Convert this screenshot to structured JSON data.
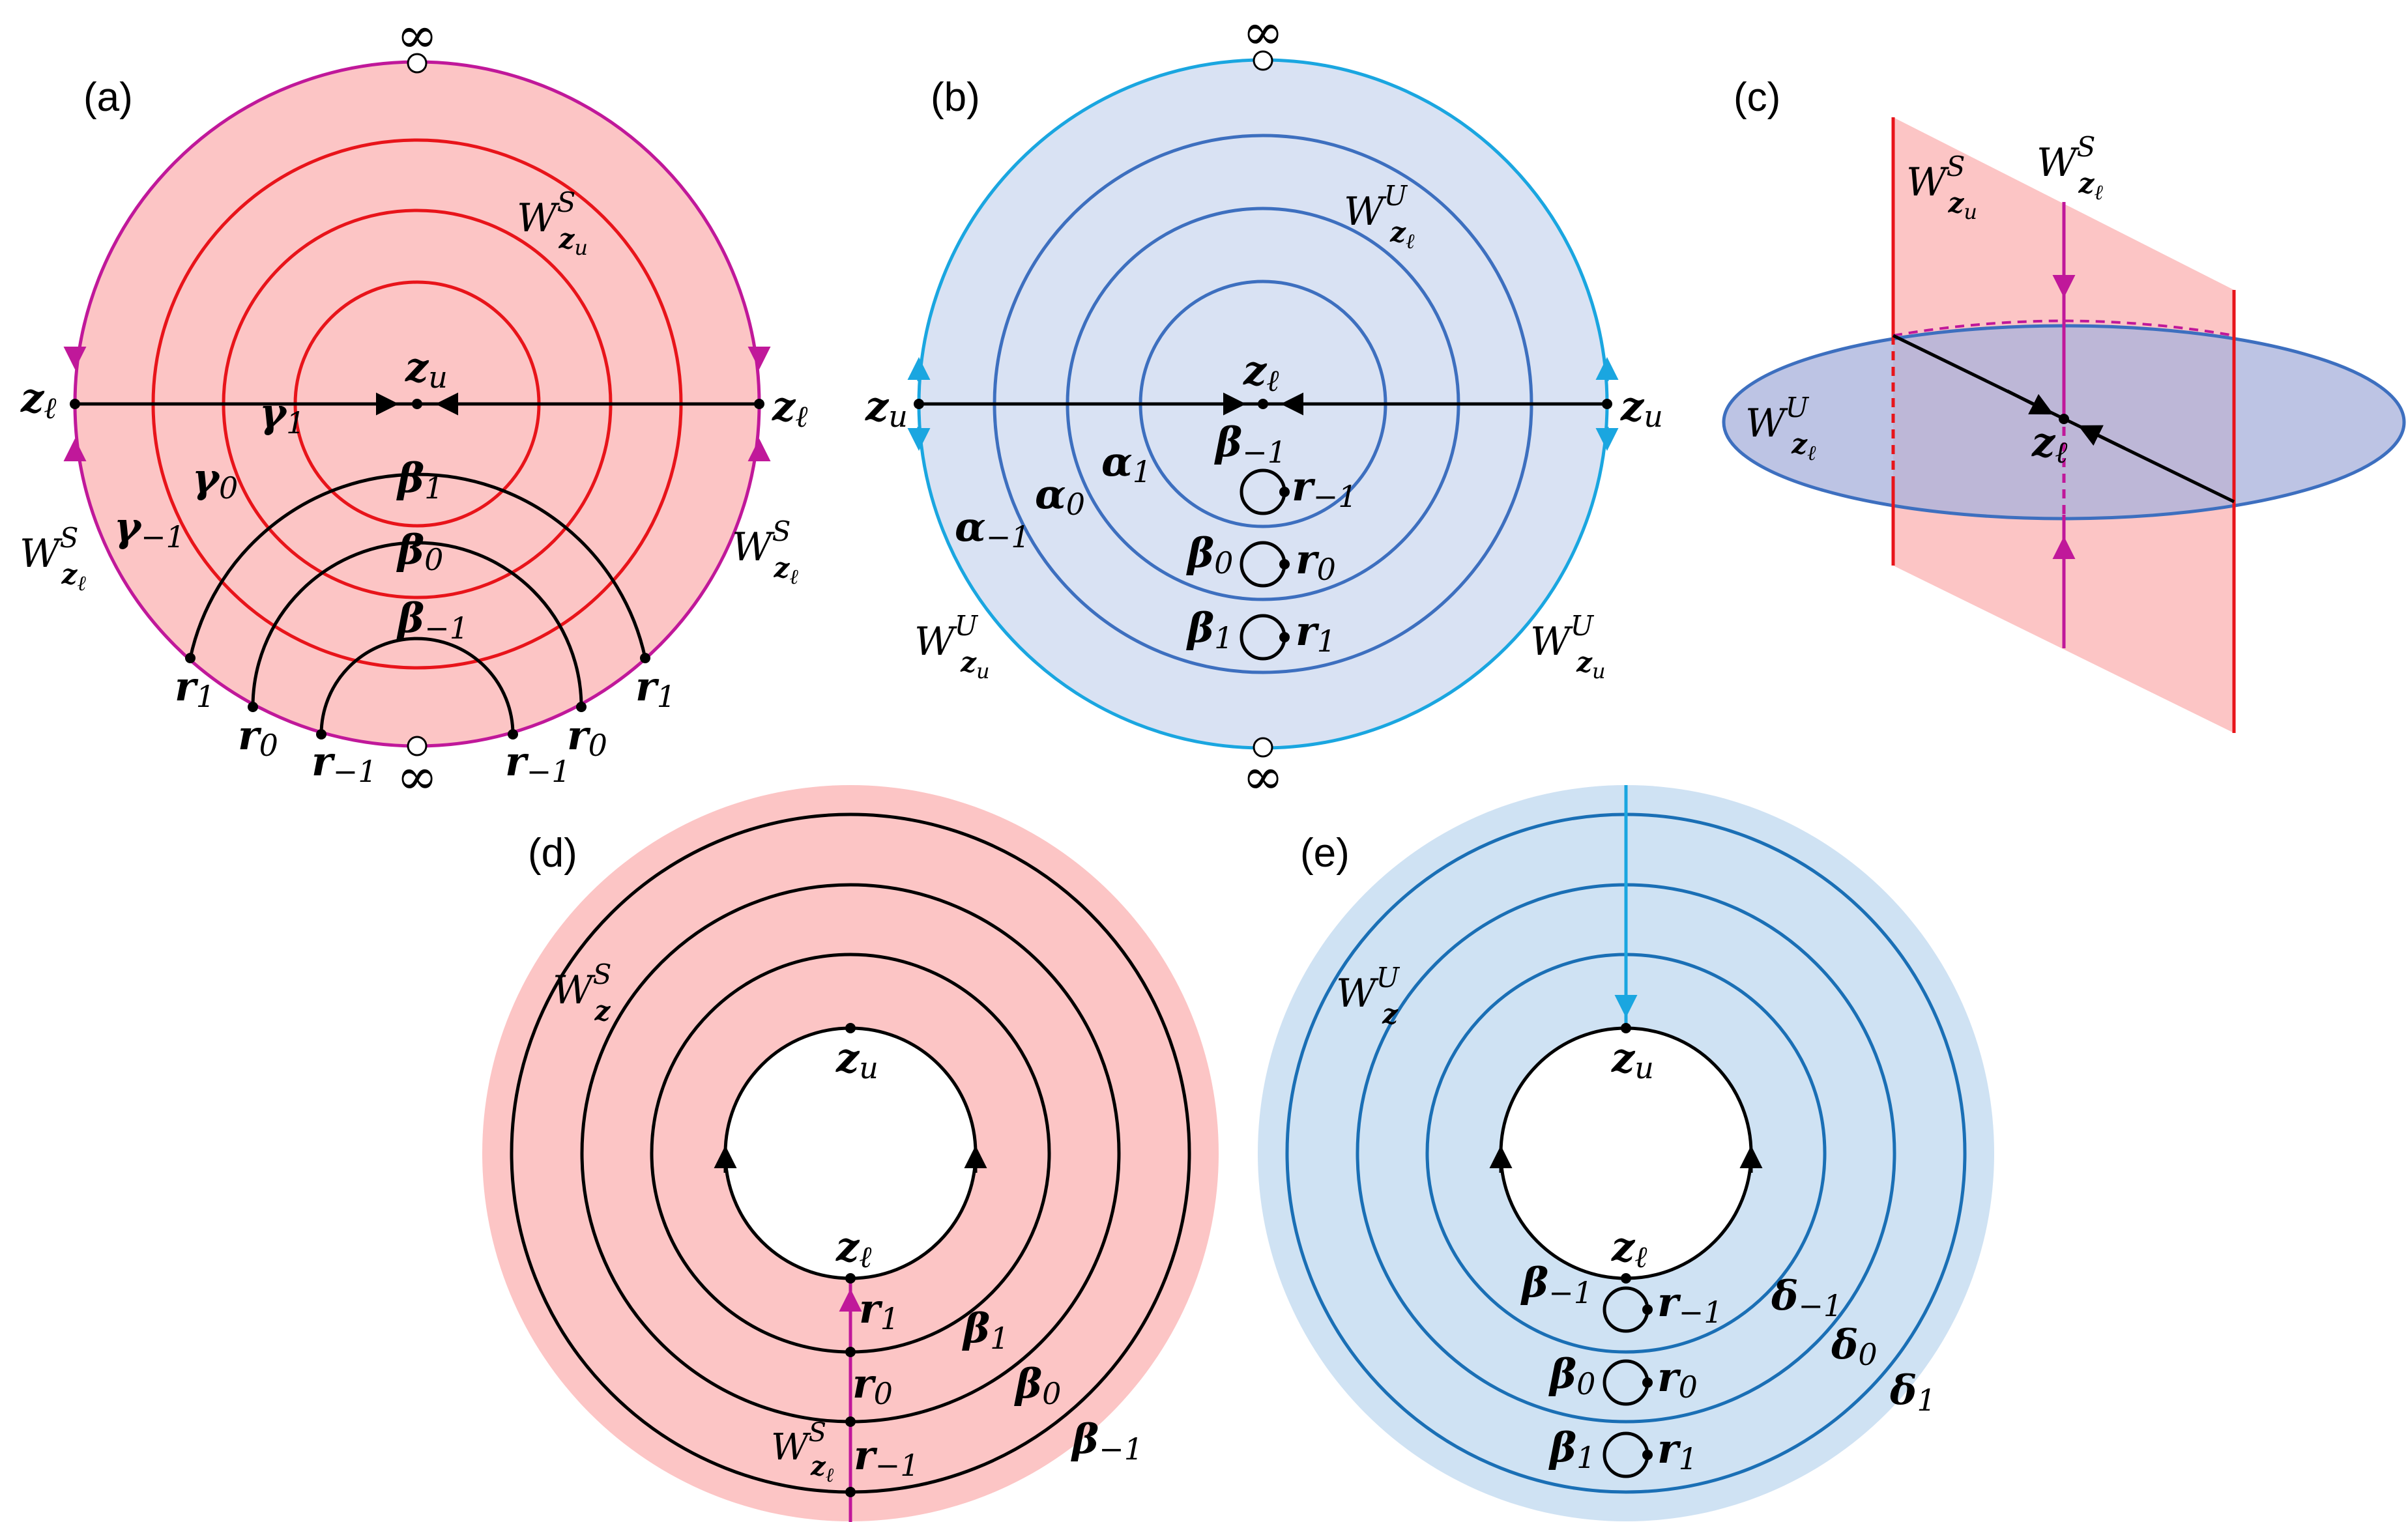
{
  "colors": {
    "pink_fill": "#fcc5c5",
    "blue_fill": "#d9e2f3",
    "blue_fill_e": "#cfe2f3",
    "magenta": "#c0189a",
    "red": "#e8141a",
    "cyan": "#1aa6e0",
    "steel_blue": "#3d6fbf",
    "dark_blue": "#1a6fb5",
    "black": "#000000"
  },
  "panels": {
    "a": {
      "label": "(a)",
      "inf_top": "∞",
      "inf_bottom": "∞",
      "z_u": {
        "sym": "z",
        "sub": "u"
      },
      "z_l_left": {
        "sym": "z",
        "sub": "ℓ"
      },
      "z_l_right": {
        "sym": "z",
        "sub": "ℓ"
      },
      "w_zu_s": {
        "W": "W",
        "sup": "S",
        "sub": "z",
        "subsub": "u"
      },
      "w_zl_s_left": {
        "W": "W",
        "sup": "S",
        "sub": "z",
        "subsub": "ℓ"
      },
      "w_zl_s_right": {
        "W": "W",
        "sup": "S",
        "sub": "z",
        "subsub": "ℓ"
      },
      "gamma1": {
        "sym": "γ",
        "sub": "1"
      },
      "gamma0": {
        "sym": "γ",
        "sub": "0"
      },
      "gamma_m1": {
        "sym": "γ",
        "sub": "−1"
      },
      "beta1": {
        "sym": "β",
        "sub": "1"
      },
      "beta0": {
        "sym": "β",
        "sub": "0"
      },
      "beta_m1": {
        "sym": "β",
        "sub": "−1"
      },
      "r1_left": {
        "sym": "r",
        "sub": "1"
      },
      "r0_left": {
        "sym": "r",
        "sub": "0"
      },
      "rm1_left": {
        "sym": "r",
        "sub": "−1"
      },
      "rm1_right": {
        "sym": "r",
        "sub": "−1"
      },
      "r0_right": {
        "sym": "r",
        "sub": "0"
      },
      "r1_right": {
        "sym": "r",
        "sub": "1"
      }
    },
    "b": {
      "label": "(b)",
      "inf_top": "∞",
      "inf_bottom": "∞",
      "z_l": {
        "sym": "z",
        "sub": "ℓ"
      },
      "z_u_left": {
        "sym": "z",
        "sub": "u"
      },
      "z_u_right": {
        "sym": "z",
        "sub": "u"
      },
      "w_zl_u": {
        "W": "W",
        "sup": "U",
        "sub": "z",
        "subsub": "ℓ"
      },
      "w_zu_u_left": {
        "W": "W",
        "sup": "U",
        "sub": "z",
        "subsub": "u"
      },
      "w_zu_u_right": {
        "W": "W",
        "sup": "U",
        "sub": "z",
        "subsub": "u"
      },
      "alpha1": {
        "sym": "α",
        "sub": "1"
      },
      "alpha0": {
        "sym": "α",
        "sub": "0"
      },
      "alpha_m1": {
        "sym": "α",
        "sub": "−1"
      },
      "beta_m1": {
        "sym": "β",
        "sub": "−1"
      },
      "beta0": {
        "sym": "β",
        "sub": "0"
      },
      "beta1": {
        "sym": "β",
        "sub": "1"
      },
      "r_m1": {
        "sym": "r",
        "sub": "−1"
      },
      "r0": {
        "sym": "r",
        "sub": "0"
      },
      "r1": {
        "sym": "r",
        "sub": "1"
      }
    },
    "c": {
      "label": "(c)",
      "w_zu_s": {
        "W": "W",
        "sup": "S",
        "sub": "z",
        "subsub": "u"
      },
      "w_zl_s": {
        "W": "W",
        "sup": "S",
        "sub": "z",
        "subsub": "ℓ"
      },
      "w_zl_u": {
        "W": "W",
        "sup": "U",
        "sub": "z",
        "subsub": "ℓ"
      },
      "z_l": {
        "sym": "z",
        "sub": "ℓ"
      }
    },
    "d": {
      "label": "(d)",
      "w_z_s": {
        "W": "W",
        "sup": "S",
        "sub": "z"
      },
      "z_u": {
        "sym": "z",
        "sub": "u"
      },
      "z_l": {
        "sym": "z",
        "sub": "ℓ"
      },
      "r1": {
        "sym": "r",
        "sub": "1"
      },
      "r0": {
        "sym": "r",
        "sub": "0"
      },
      "r_m1": {
        "sym": "r",
        "sub": "−1"
      },
      "beta1": {
        "sym": "β",
        "sub": "1"
      },
      "beta0": {
        "sym": "β",
        "sub": "0"
      },
      "beta_m1": {
        "sym": "β",
        "sub": "−1"
      },
      "w_zl_s": {
        "W": "W",
        "sup": "S",
        "sub": "z",
        "subsub": "ℓ"
      }
    },
    "e": {
      "label": "(e)",
      "w_z_u": {
        "W": "W",
        "sup": "U",
        "sub": "z"
      },
      "z_u": {
        "sym": "z",
        "sub": "u"
      },
      "z_l": {
        "sym": "z",
        "sub": "ℓ"
      },
      "beta_m1": {
        "sym": "β",
        "sub": "−1"
      },
      "beta0": {
        "sym": "β",
        "sub": "0"
      },
      "beta1": {
        "sym": "β",
        "sub": "1"
      },
      "r_m1": {
        "sym": "r",
        "sub": "−1"
      },
      "r0": {
        "sym": "r",
        "sub": "0"
      },
      "r1": {
        "sym": "r",
        "sub": "1"
      },
      "delta_m1": {
        "sym": "δ",
        "sub": "−1"
      },
      "delta0": {
        "sym": "δ",
        "sub": "0"
      },
      "delta1": {
        "sym": "δ",
        "sub": "1"
      }
    }
  }
}
